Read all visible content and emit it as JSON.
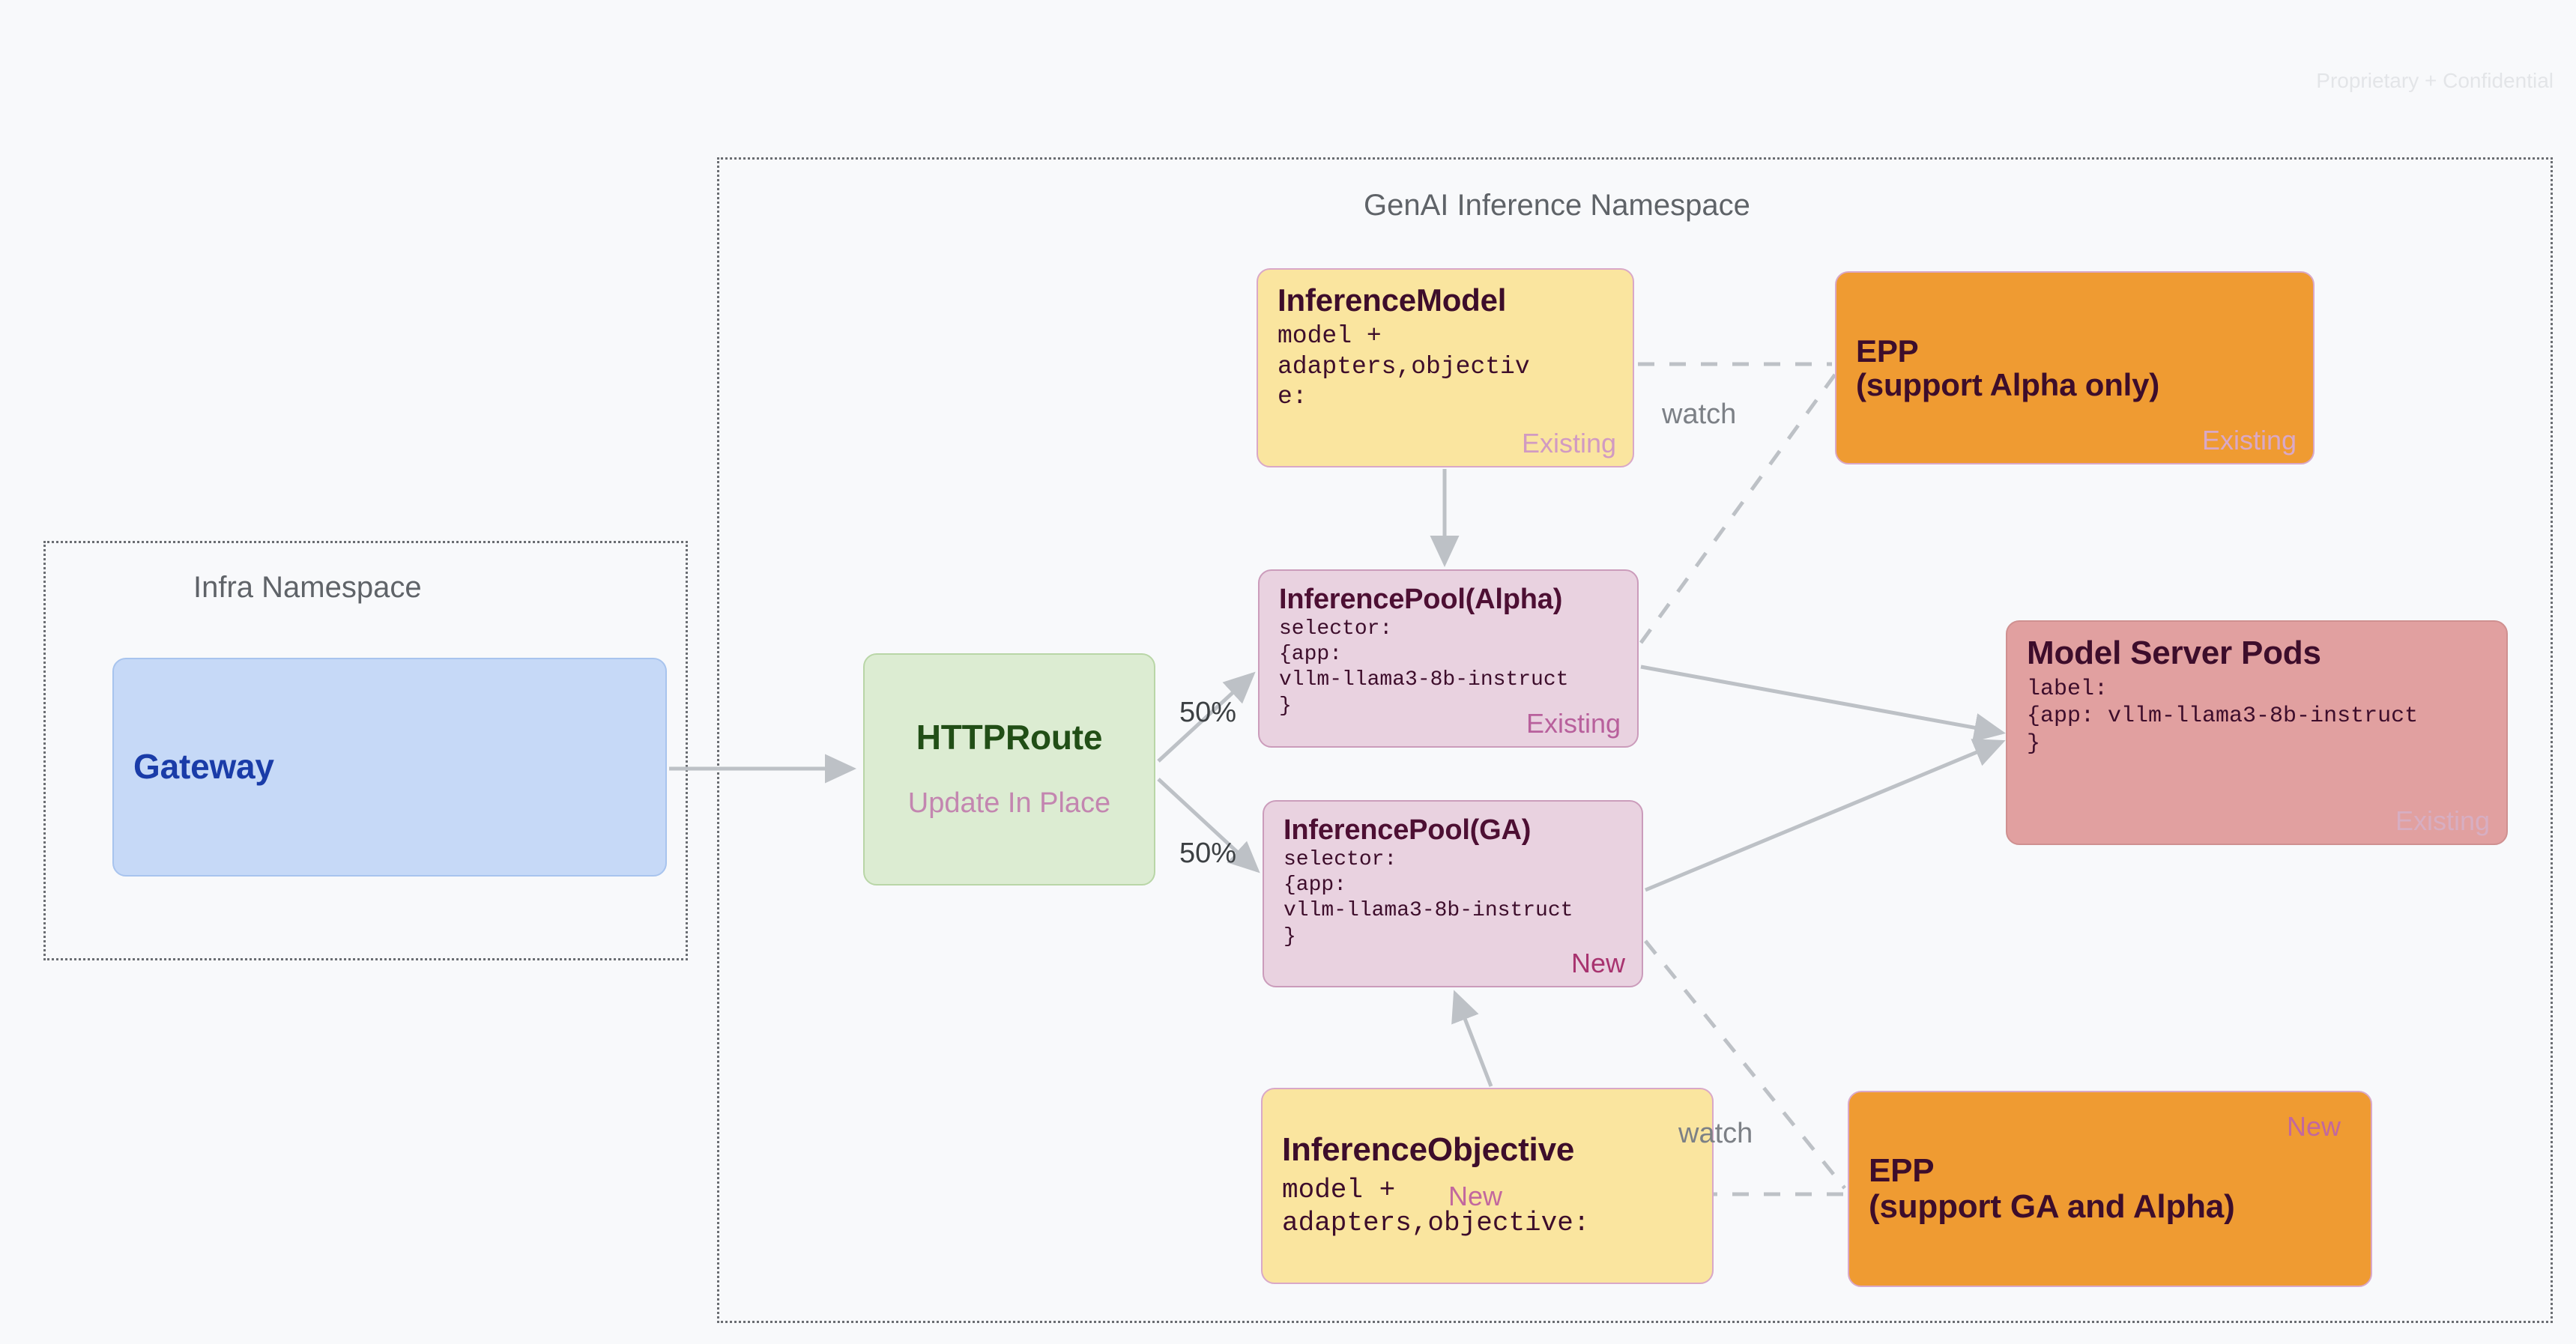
{
  "page": {
    "confidential_notice": "Proprietary + Confidential"
  },
  "namespaces": [
    {
      "id": "infra",
      "title": "Infra Namespace"
    },
    {
      "id": "genai",
      "title": "GenAI Inference Namespace"
    }
  ],
  "nodes": {
    "gateway": {
      "title": "Gateway"
    },
    "httproute": {
      "title": "HTTPRoute",
      "subtitle": "Update In Place"
    },
    "inference_model": {
      "title": "InferenceModel",
      "body": "model +\nadapters,objectiv\ne:",
      "tag": "Existing"
    },
    "epp_alpha": {
      "title_line1": "EPP",
      "title_line2": "(support Alpha only)",
      "tag": "Existing"
    },
    "pool_alpha": {
      "title": "InferencePool(Alpha)",
      "body": "selector:\n{app:\nvllm-llama3-8b-instruct\n}",
      "tag": "Existing"
    },
    "pool_ga": {
      "title": "InferencePool(GA)",
      "body": "selector:\n{app:\nvllm-llama3-8b-instruct\n}",
      "tag": "New"
    },
    "model_pods": {
      "title": "Model Server Pods",
      "body": "label:\n{app: vllm-llama3-8b-instruct\n}",
      "tag": "Existing"
    },
    "inference_objective": {
      "title": "InferenceObjective",
      "body": "model +\nadapters,objective:",
      "tag": "New"
    },
    "epp_ga": {
      "title_line1": "EPP",
      "title_line2": "(support GA and Alpha)",
      "tag": "New"
    }
  },
  "edges": {
    "split_top_label": "50%",
    "split_bottom_label": "50%",
    "watch_top_label": "watch",
    "watch_bottom_label": "watch"
  },
  "colors": {
    "canvas": "#f8f9fb",
    "gateway_fill": "#c6d9f7",
    "gateway_text": "#1a3ca8",
    "httproute_fill": "#dcecd2",
    "httproute_text": "#214e16",
    "yellow_fill": "#fae59f",
    "pink_fill": "#e9d2e0",
    "orange_fill": "#ef9b32",
    "rose_fill": "#e1a0a0",
    "dark_maroon_text": "#3d0d2b",
    "tag_existing": "#d19ac2",
    "tag_new": "#a8336f",
    "connector": "#bdc1c6",
    "namespace_border": "#6a6d72"
  }
}
